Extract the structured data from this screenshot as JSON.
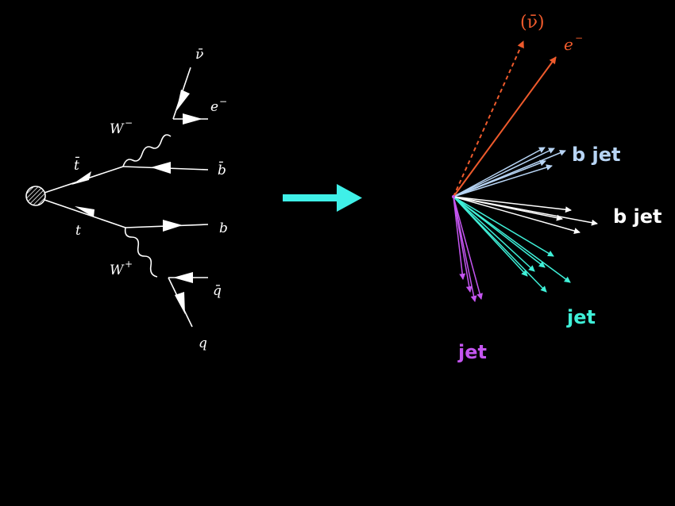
{
  "feynman": {
    "labels": {
      "antineutrino": "ν̄",
      "electron": "e",
      "electron_charge": "−",
      "w_minus": "W",
      "w_minus_charge": "−",
      "top_bar": "t̄",
      "b_bar": "b̄",
      "top": "t",
      "b": "b",
      "w_plus": "W",
      "w_plus_charge": "+",
      "q_bar": "q̄",
      "q": "q"
    }
  },
  "transition_arrow": {
    "color": "#3ff0e8"
  },
  "final_state": {
    "neutrino_label": "(ν̄)",
    "electron_label": "e",
    "electron_charge": "−",
    "b_jet_upper_label": "b jet",
    "b_jet_lower_label": "b jet",
    "cyan_jet_label": "jet",
    "magenta_jet_label": "jet"
  },
  "colors": {
    "lepton": "#ee5a2c",
    "b_jet_upper": "#b7d4f4",
    "b_jet_lower": "#ffffff",
    "cyan_jet": "#3ff0d8",
    "magenta_jet": "#c455f0",
    "diagram": "#ffffff"
  }
}
